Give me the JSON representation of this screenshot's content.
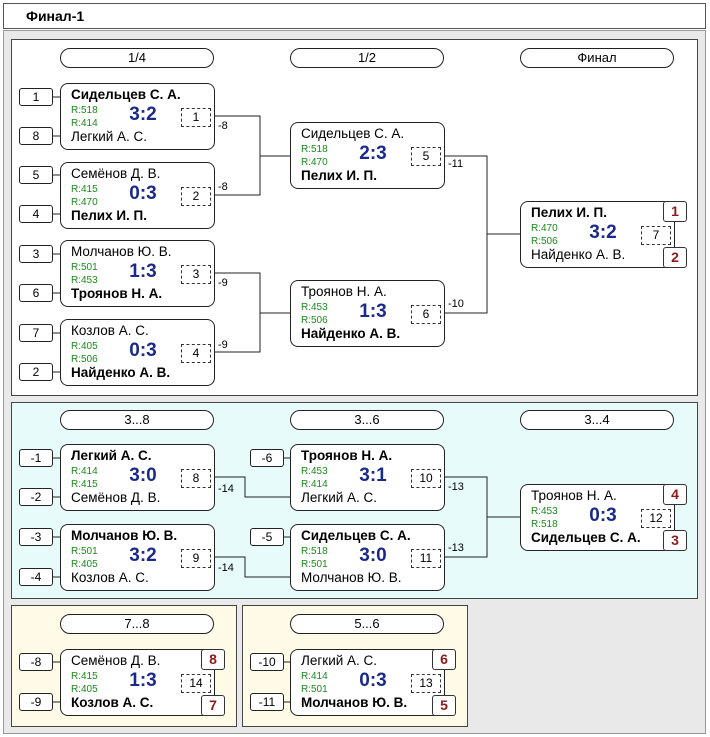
{
  "title": "Финал-1",
  "rounds": {
    "qf": "1/4",
    "sf": "1/2",
    "final": "Финал",
    "r3_8": "3...8",
    "r3_6": "3...6",
    "r3_4": "3...4",
    "r7_8": "7...8",
    "r5_6": "5...6"
  },
  "seeds": {
    "s1": "1",
    "s8": "8",
    "s5": "5",
    "s4": "4",
    "s3": "3",
    "s6": "6",
    "s7": "7",
    "s2": "2",
    "m1a": "-1",
    "m2a": "-2",
    "m3": "-3",
    "m4": "-4",
    "m6": "-6",
    "m5": "-5",
    "m8": "-8",
    "m9": "-9",
    "m10": "-10",
    "m11": "-11"
  },
  "matches": {
    "m1": {
      "top": "Сидельцев С. А.",
      "bot": "Легкий А. С.",
      "ra": "R:518",
      "rb": "R:414",
      "score": "3:2",
      "num": "1",
      "loser": "-8"
    },
    "m2": {
      "top": "Семёнов Д. В.",
      "bot": "Пелих И. П.",
      "ra": "R:415",
      "rb": "R:470",
      "score": "0:3",
      "num": "2",
      "loser": "-8"
    },
    "m3": {
      "top": "Молчанов Ю. В.",
      "bot": "Троянов Н. А.",
      "ra": "R:501",
      "rb": "R:453",
      "score": "1:3",
      "num": "3",
      "loser": "-9"
    },
    "m4": {
      "top": "Козлов А. С.",
      "bot": "Найденко А. В.",
      "ra": "R:405",
      "rb": "R:506",
      "score": "0:3",
      "num": "4",
      "loser": "-9"
    },
    "m5": {
      "top": "Сидельцев С. А.",
      "bot": "Пелих И. П.",
      "ra": "R:518",
      "rb": "R:470",
      "score": "2:3",
      "num": "5",
      "loser": "-11"
    },
    "m6": {
      "top": "Троянов Н. А.",
      "bot": "Найденко А. В.",
      "ra": "R:453",
      "rb": "R:506",
      "score": "1:3",
      "num": "6",
      "loser": "-10"
    },
    "m7": {
      "top": "Пелих И. П.",
      "bot": "Найденко А. В.",
      "ra": "R:470",
      "rb": "R:506",
      "score": "3:2",
      "num": "7",
      "place_top": "1",
      "place_bot": "2"
    },
    "m8": {
      "top": "Легкий А. С.",
      "bot": "Семёнов Д. В.",
      "ra": "R:414",
      "rb": "R:415",
      "score": "3:0",
      "num": "8",
      "loser": "-14"
    },
    "m9": {
      "top": "Молчанов Ю. В.",
      "bot": "Козлов А. С.",
      "ra": "R:501",
      "rb": "R:405",
      "score": "3:2",
      "num": "9",
      "loser": "-14"
    },
    "m10": {
      "top": "Троянов Н. А.",
      "bot": "Легкий А. С.",
      "ra": "R:453",
      "rb": "R:414",
      "score": "3:1",
      "num": "10",
      "loser": "-13"
    },
    "m11": {
      "top": "Сидельцев С. А.",
      "bot": "Молчанов Ю. В.",
      "ra": "R:518",
      "rb": "R:501",
      "score": "3:0",
      "num": "11",
      "loser": "-13"
    },
    "m12": {
      "top": "Троянов Н. А.",
      "bot": "Сидельцев С. А.",
      "ra": "R:453",
      "rb": "R:518",
      "score": "0:3",
      "num": "12",
      "place_top": "4",
      "place_bot": "3"
    },
    "m14": {
      "top": "Семёнов Д. В.",
      "bot": "Козлов А. С.",
      "ra": "R:415",
      "rb": "R:405",
      "score": "1:3",
      "num": "14",
      "place_top": "8",
      "place_bot": "7"
    },
    "m13": {
      "top": "Легкий А. С.",
      "bot": "Молчанов Ю. В.",
      "ra": "R:414",
      "rb": "R:501",
      "score": "0:3",
      "num": "13",
      "place_top": "6",
      "place_bot": "5"
    }
  },
  "colors": {
    "score": "#1a2a8a",
    "rating": "#1a8a1a",
    "place": "#8b1a1a",
    "panel_main": "#ffffff",
    "panel_3_8": "#e8fbfb",
    "panel_small": "#fffbe6"
  }
}
